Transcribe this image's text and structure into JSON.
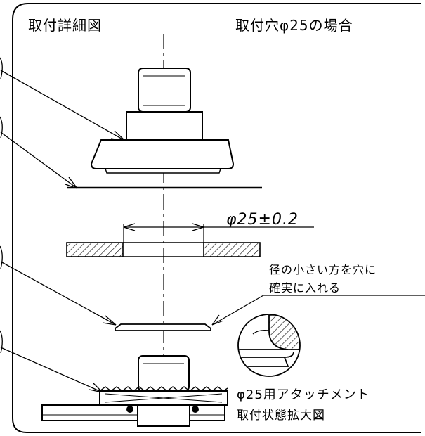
{
  "labels": {
    "title_left": "取付詳細図",
    "title_right": "取付穴φ25の場合",
    "dimension": "φ25±0.2",
    "note_line1": "径の小さい方を穴に",
    "note_line2": "確実に入れる",
    "caption_line1": "φ25用アタッチメント",
    "caption_line2": "取付状態拡大図"
  }
}
